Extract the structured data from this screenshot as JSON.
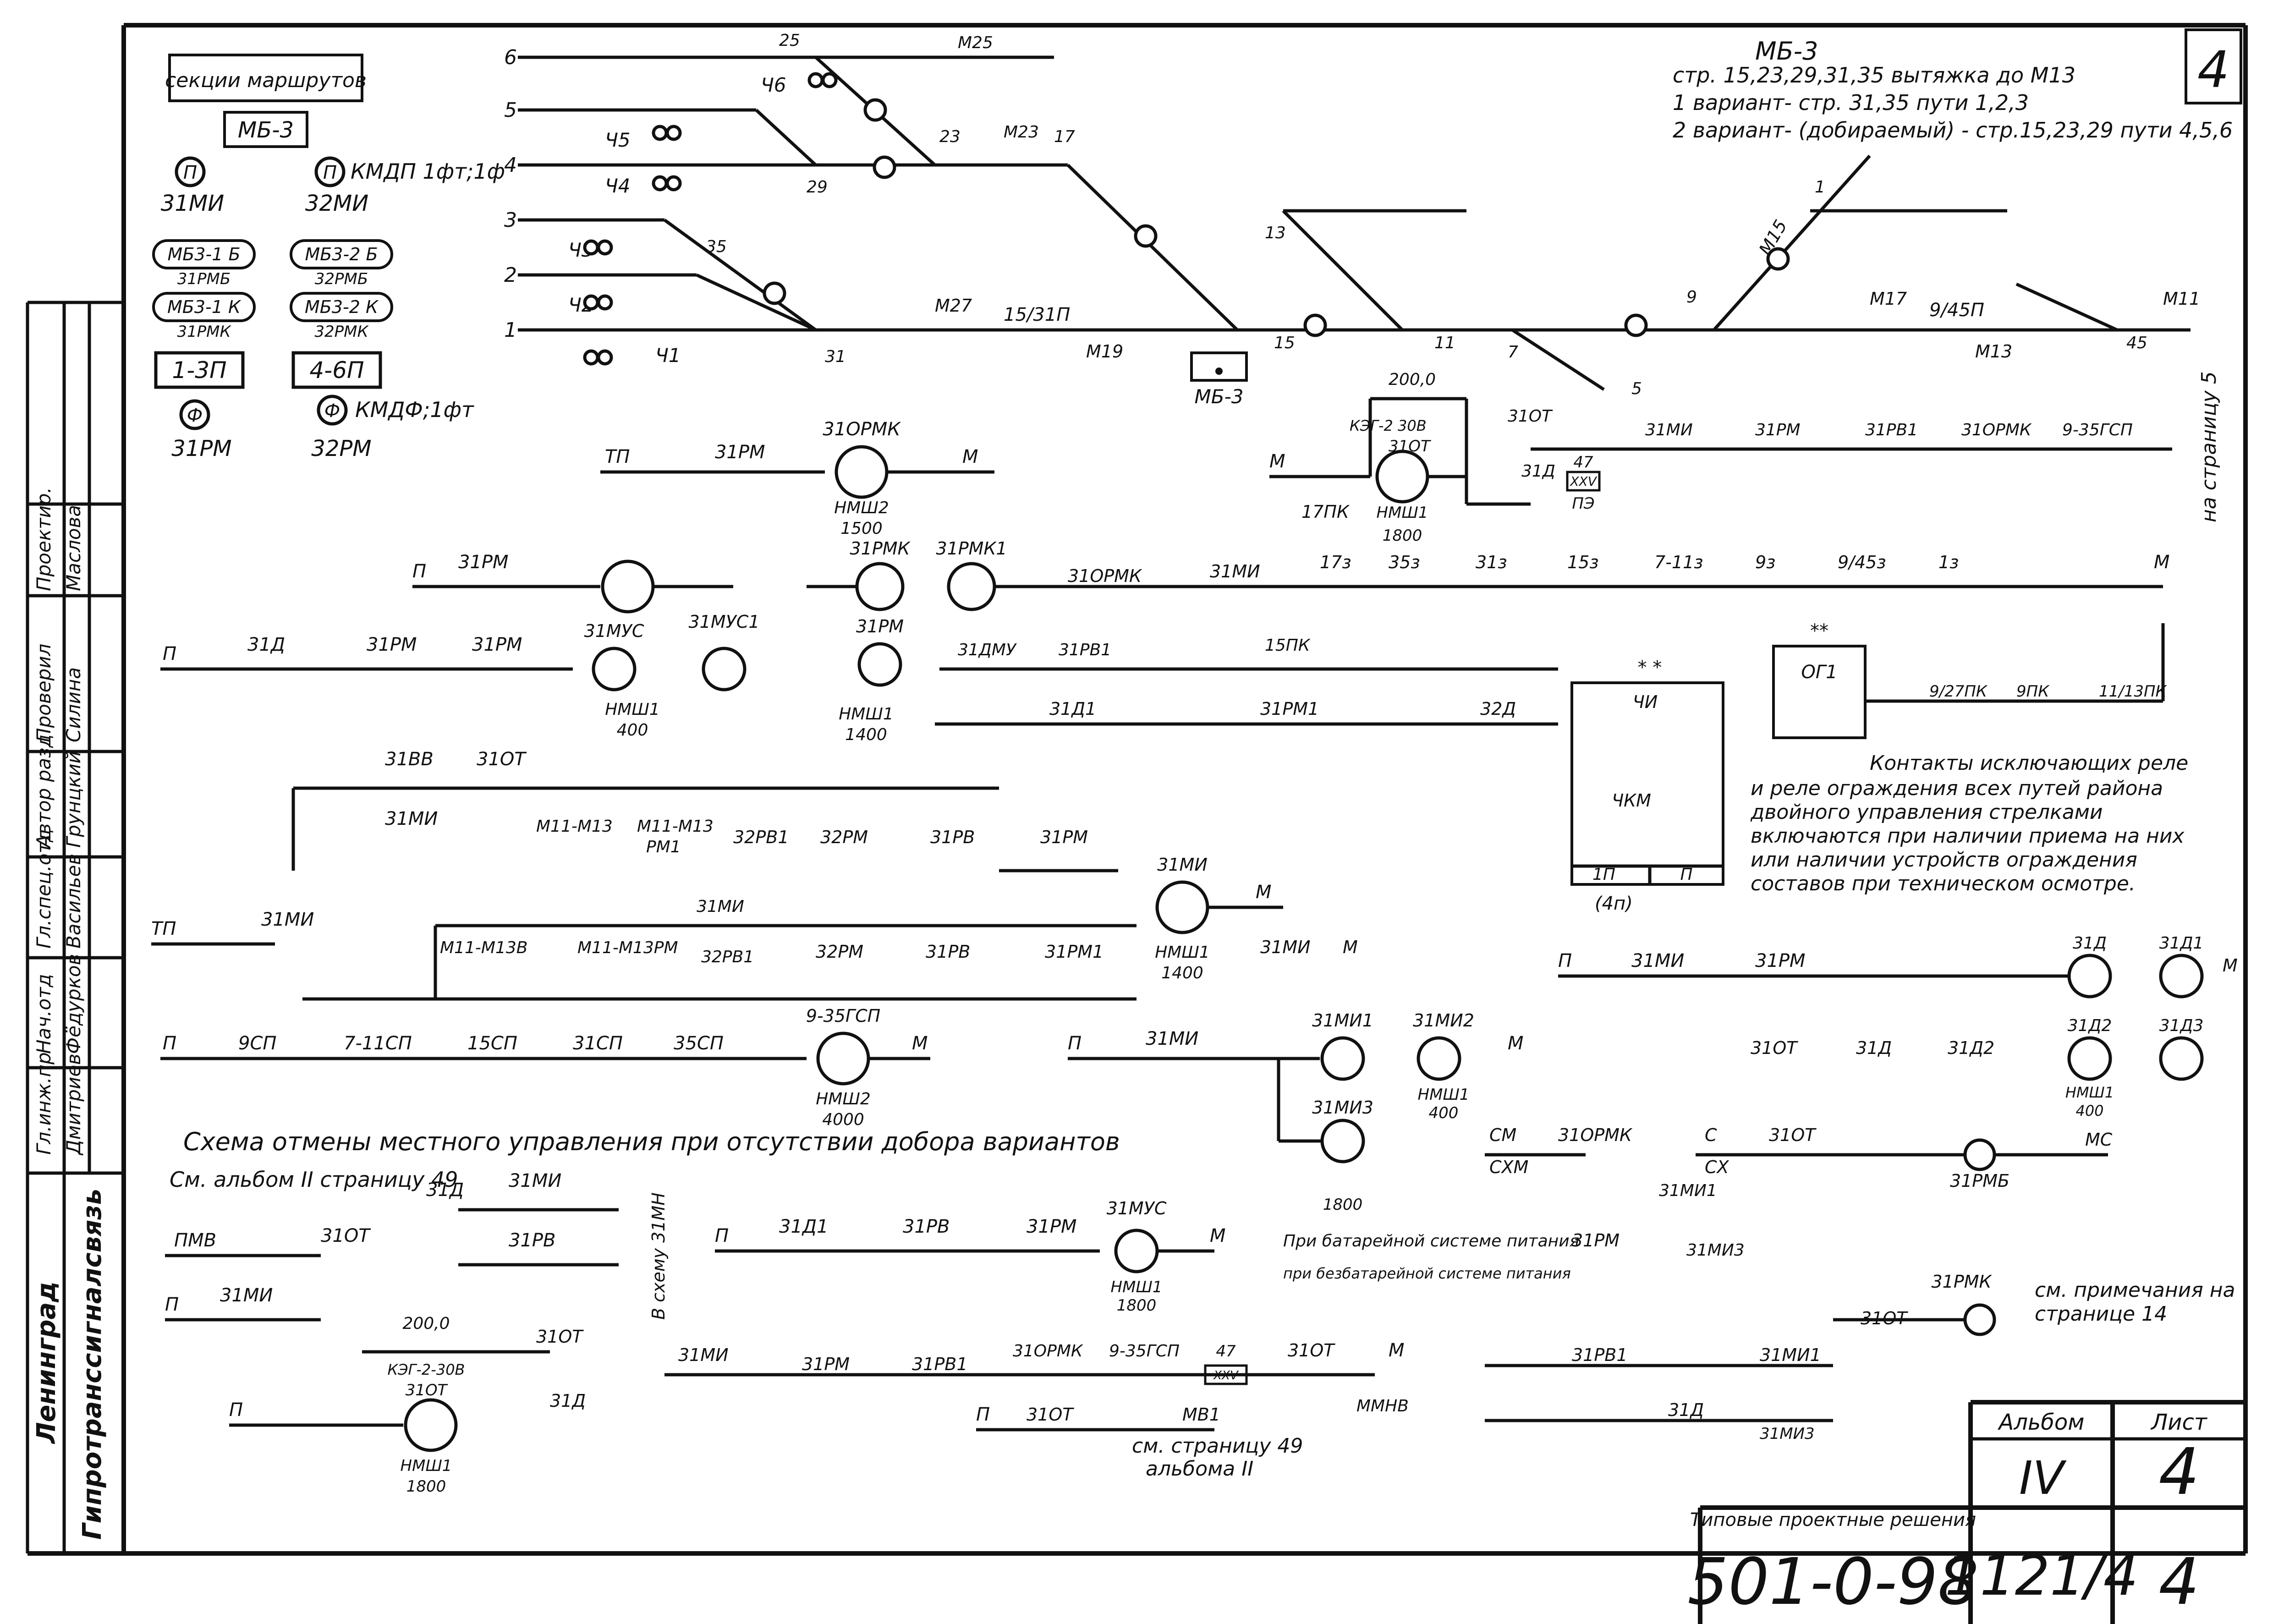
{
  "sheet_number": "4",
  "title_block": {
    "company": "Гипротранссигналсвязь",
    "city": "Ленинград",
    "album_label": "Альбом",
    "album_value": "IV",
    "sheet_label": "Лист",
    "sheet_value": "4",
    "series_label": "Типовые проектные решения",
    "series_value": "501-0-98",
    "drawing_number": "1121/4",
    "sheet_value_bottom": "4"
  },
  "side_stamp": [
    {
      "role": "Гл.инж.пр",
      "name": "Дмитриев"
    },
    {
      "role": "Нач.отд",
      "name": "Фёдурков"
    },
    {
      "role": "Гл.спец.отд",
      "name": "Васильев"
    },
    {
      "role": "Автор разд",
      "name": "Грунцкий"
    },
    {
      "role": "Проверил",
      "name": "Силина"
    },
    {
      "role": "Проектир.",
      "name": "Маслова"
    }
  ],
  "header_notes": {
    "line0": "МБ-3",
    "line1": "стр. 15,23,29,31,35 вытяжка до М13",
    "line2": "1 вариант- стр. 31,35 пути 1,2,3",
    "line3": "2 вариант- (добирaемый) - стр.15,23,29 пути 4,5,6"
  },
  "legend": {
    "frame_title": "секции маршрутов",
    "mb3_label": "МБ-3",
    "p1_symbol": "П",
    "p1_label": "31МИ",
    "p2_symbol": "П",
    "p2_text": "КМДП 1фт;1ф",
    "p2_label": "32МИ",
    "pills": [
      "МБ3-1 Б",
      "31РМБ",
      "МБ3-1 К",
      "31РМК",
      "МБ3-2 Б",
      "32РМБ",
      "МБ3-2 К",
      "32РМК"
    ],
    "box1": "1-3П",
    "box2": "4-6П",
    "f1_symbol": "Ф",
    "f1_label": "31РМ",
    "f2_symbol": "Ф",
    "f2_text": "КМДФ;1фт",
    "f2_label": "32РМ"
  },
  "track_plan": {
    "tracks": [
      "1",
      "2",
      "3",
      "4",
      "5",
      "6"
    ],
    "signals": [
      "Ч1",
      "Ч2",
      "Ч3",
      "Ч4",
      "Ч5",
      "Ч6",
      "М25",
      "М23",
      "М27",
      "М19",
      "М15",
      "М17",
      "М11",
      "М13"
    ],
    "switches": [
      "25",
      "23",
      "17",
      "29",
      "35",
      "31",
      "15",
      "13",
      "11",
      "7",
      "5",
      "9",
      "1",
      "45"
    ],
    "sections": [
      "15/31П",
      "9/45П"
    ],
    "panel_label": "МБ-3"
  },
  "page_link": "на страницу 5",
  "relay_rows": {
    "row1": [
      "ТП",
      "31РМ",
      "31ОРМК",
      "НМШ2",
      "1500",
      "М"
    ],
    "row2": [
      "П",
      "31РМ",
      "31РМК",
      "31РМК1",
      "31ОРМК",
      "31МИ",
      "17ПК",
      "17з",
      "35з",
      "31з",
      "15з",
      "7-11з",
      "9з",
      "9/45з",
      "1з",
      "М"
    ],
    "row3": [
      "П",
      "31Д",
      "31РМ",
      "31РМ",
      "31МУС",
      "31МУС1",
      "НМШ1",
      "400",
      "31РМ",
      "31ДМУ",
      "31РВ1",
      "15ПК",
      "31Д1",
      "31РМ1",
      "32Д",
      "НМШ1",
      "1400"
    ],
    "row4": [
      "31ВВ",
      "31ОТ",
      "31МИ",
      "М11-М13",
      "М11-М13",
      "РМ1",
      "32РВ1",
      "32РМ",
      "31РВ",
      "31РМ",
      "31МИ",
      "НМШ1",
      "1400",
      "М"
    ],
    "row5": [
      "ТП",
      "31МИ",
      "М11-М13В",
      "М11-М13РМ",
      "31МИ",
      "32РВ1",
      "32РМ",
      "31РВ",
      "31РМ1",
      "31МИ",
      "М"
    ],
    "row6": [
      "П",
      "9СП",
      "7-11СП",
      "15СП",
      "31СП",
      "35СП",
      "9-35ГСП",
      "НМШ2",
      "4000",
      "М"
    ],
    "row_mi": [
      "П",
      "31МИ",
      "31МИ1",
      "31МИ2",
      "31МИ3",
      "НМШ1",
      "400",
      "1800",
      "М"
    ],
    "top_right": [
      "М",
      "200,0",
      "КЭГ-2 30В",
      "31ОТ",
      "НМШ1",
      "1800",
      "47",
      "XXV",
      "ПЭ",
      "31ОТ",
      "31Д",
      "31МИ",
      "31РМ",
      "31РВ1",
      "31ОРМК",
      "9-35ГСП"
    ],
    "cb_box": [
      "**",
      "ОГ1",
      "9/27ПК",
      "9ПК",
      "11/13ПК"
    ],
    "ch_box": [
      "*  *",
      "ЧИ",
      "ЧКМ",
      "1П",
      "П",
      "(4п)"
    ],
    "contacts_note": "Контакты исключающих реле",
    "note_text": "и реле ограждения всех путей района двойного управления стрелками включаются при наличии приема на них или наличии устройств ограждения составов при техническом осмотре.",
    "right_relays": [
      "П",
      "31МИ",
      "31РМ",
      "31ОТ",
      "31Д",
      "31Д2",
      "31Д",
      "31Д1",
      "31Д2",
      "31Д3",
      "НМШ1",
      "400",
      "М"
    ],
    "bottom_right": [
      "СМ",
      "СХМ",
      "31ОРМК",
      "С",
      "СХ",
      "31ОТ",
      "МС",
      "31РМБ",
      "31МИ1",
      "31МИ3",
      "31РМ",
      "31РМК",
      "31ОТ",
      "31РВ1",
      "31Д",
      "31МИ1",
      "31МИ3"
    ],
    "battery_note1": "При батарейной системе питания",
    "battery_note2": "при безбатарейной системе питания",
    "see_note": "см. примечания на странице 14"
  },
  "cancel_scheme": {
    "title": "Схема отмены местного управления при отсутствии добора вариантов",
    "ref": "См. альбом II страницу 49",
    "labels": [
      "ПМВ",
      "31ОТ",
      "31Д",
      "31МИ",
      "31РВ",
      "31МИ",
      "П",
      "В схему 31МН"
    ],
    "row_mus": [
      "П",
      "31Д1",
      "31РВ",
      "31РМ",
      "31МУС",
      "НМШ1",
      "1800",
      "М"
    ],
    "bottom_row": [
      "П",
      "200,0",
      "КЭГ-2-30В",
      "31ОТ",
      "НМШ1",
      "1800",
      "31ОТ",
      "31Д",
      "31МИ",
      "31РМ",
      "31РВ1",
      "31ОРМК",
      "9-35ГСП",
      "47",
      "XXV",
      "31ОТ",
      "М",
      "ММНВ"
    ],
    "bottom_ref": [
      "П",
      "31ОТ",
      "МВ1",
      "см. страницу 49",
      "альбома II"
    ]
  }
}
